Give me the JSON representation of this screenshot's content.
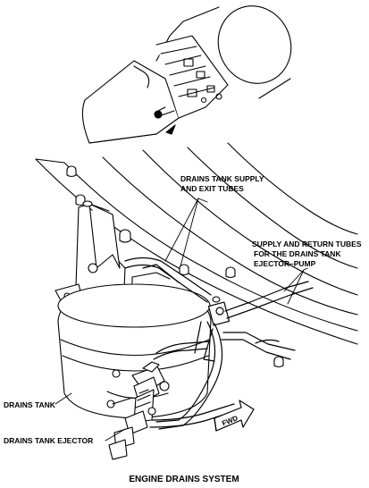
{
  "labels": {
    "supply_exit_line1": "DRAINS TANK SUPPLY",
    "supply_exit_line2": "AND EXIT TUBES",
    "supply_return_line1": "SUPPLY AND RETURN TUBES",
    "supply_return_line2": "FOR THE DRAINS TANK",
    "supply_return_line3": "EJECTOR–PUMP",
    "drains_tank": "DRAINS TANK",
    "drains_tank_ejector": "DRAINS TANK EJECTOR",
    "fwd": "FWD"
  },
  "caption": "ENGINE DRAINS SYSTEM"
}
